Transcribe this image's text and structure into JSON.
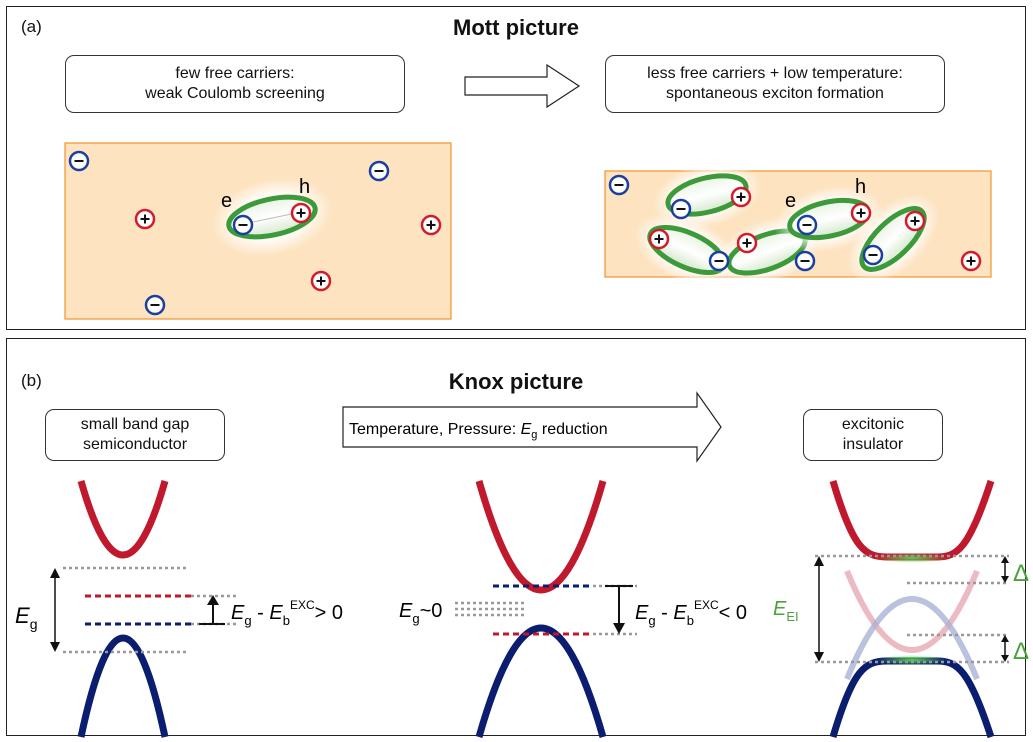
{
  "panel_a": {
    "label": "(a)",
    "title": "Mott picture",
    "box_left": {
      "line1": "few free carriers:",
      "line2": "weak Coulomb screening"
    },
    "box_right": {
      "line1": "less free carriers + low temperature:",
      "line2": "spontaneous exciton formation"
    },
    "electron_label": "e",
    "hole_label": "h",
    "electron_symbol": "−",
    "hole_symbol": "+"
  },
  "panel_b": {
    "label": "(b)",
    "title": "Knox picture",
    "box_left": {
      "line1": "small band gap",
      "line2": "semiconductor"
    },
    "box_right": {
      "line1": "excitonic",
      "line2": "insulator"
    },
    "arrow_text": "Temperature, Pressure: ",
    "arrow_sym": "E",
    "arrow_sub": "g",
    "arrow_tail": " reduction",
    "eg_sym": "E",
    "eg_sub": "g",
    "eb_sup": "EXC",
    "eb_sub": "b",
    "relation_left": "> 0",
    "relation_mid": "< 0",
    "eg_zero": "~0",
    "eei_sym": "E",
    "eei_sub": "EI",
    "delta": "Δ"
  },
  "colors": {
    "conduction": "#c0182c",
    "valence": "#0b1d6e",
    "substrate": "#fde3c0",
    "substrate_border": "#f19a3b",
    "exciton": "#3d9a3a",
    "eei_label": "#4aa23a"
  }
}
